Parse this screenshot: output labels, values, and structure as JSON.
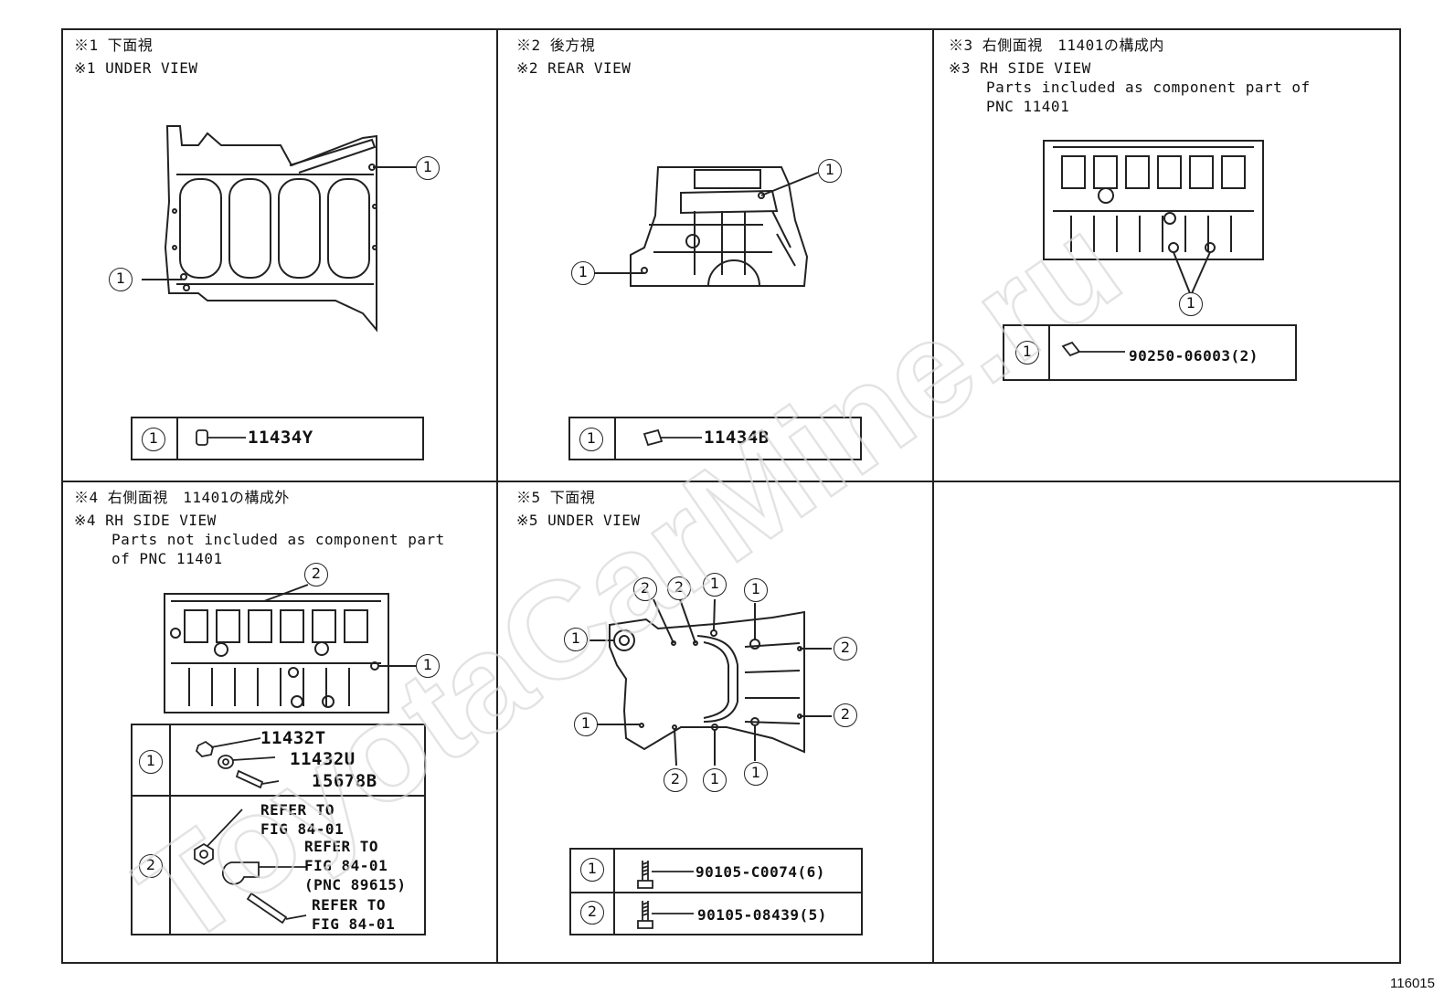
{
  "figure_number": "116015",
  "watermark": "ToyotaCarMine.ru",
  "panels": [
    {
      "ref_jp": "※1 下面視",
      "ref_en": "※1 UNDER VIEW",
      "callout": "1",
      "parts": [
        {
          "key": "1",
          "part_no": "11434Y"
        }
      ]
    },
    {
      "ref_jp": "※2 後方視",
      "ref_en": "※2 REAR VIEW",
      "callout": "1",
      "parts": [
        {
          "key": "1",
          "part_no": "11434B"
        }
      ]
    },
    {
      "ref_jp": "※3 右側面視　11401の構成内",
      "ref_en": "※3 RH SIDE VIEW",
      "note": "Parts included as component part of\nPNC 11401",
      "callout": "1",
      "parts": [
        {
          "key": "1",
          "part_no": "90250-06003(2)"
        }
      ]
    },
    {
      "ref_jp": "※4 右側面視　11401の構成外",
      "ref_en": "※4 RH SIDE VIEW",
      "note": "Parts not included as component part\nof PNC 11401",
      "callouts": [
        "1",
        "2"
      ],
      "parts": [
        {
          "key": "1",
          "items": [
            "11432T",
            "11432U",
            "15678B"
          ]
        },
        {
          "key": "2",
          "items": [
            "REFER TO\nFIG 84-01",
            "REFER TO\nFIG 84-01\n(PNC 89615)",
            "REFER TO\nFIG 84-01"
          ]
        }
      ]
    },
    {
      "ref_jp": "※5 下面視",
      "ref_en": "※5 UNDER VIEW",
      "callouts": [
        "1",
        "2"
      ],
      "parts": [
        {
          "key": "1",
          "part_no": "90105-C0074(6)"
        },
        {
          "key": "2",
          "part_no": "90105-08439(5)"
        }
      ]
    }
  ]
}
